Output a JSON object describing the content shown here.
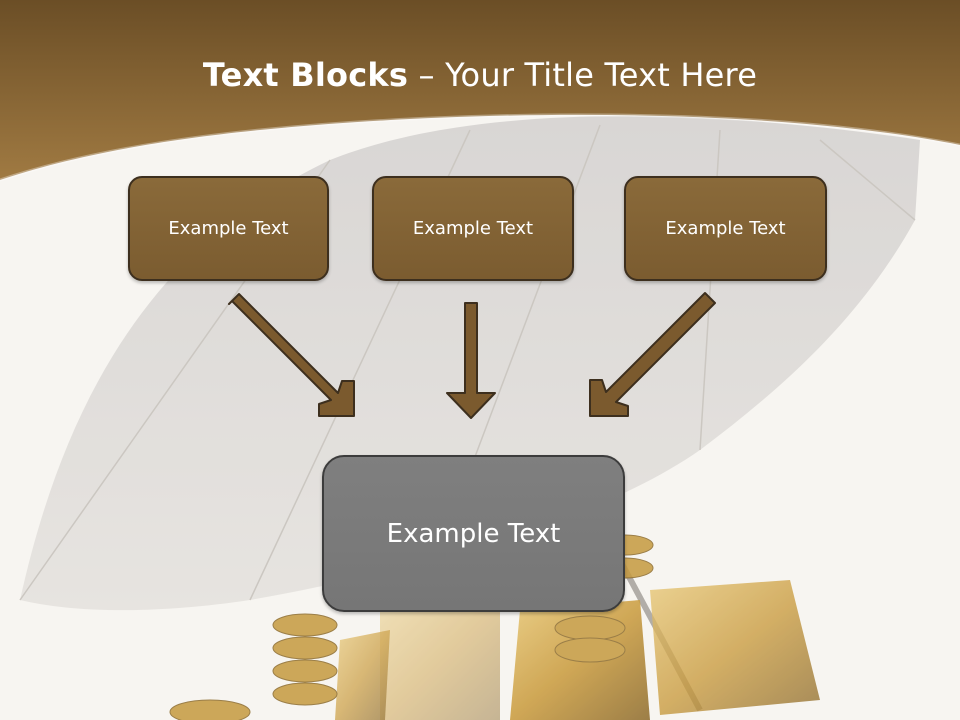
{
  "slide": {
    "title_bold": "Text Blocks",
    "title_dash": " – ",
    "title_rest": "Your Title Text Here",
    "boxes": [
      {
        "label": "Example Text"
      },
      {
        "label": "Example Text"
      },
      {
        "label": "Example Text"
      }
    ],
    "center_box": {
      "label": "Example Text"
    }
  },
  "colors": {
    "header_brown": "#8a6a3a",
    "box_brown": "#7f5f32",
    "box_border": "#3d2f1e",
    "center_gray": "#7a7a7a",
    "background": "#f7f5f1"
  }
}
